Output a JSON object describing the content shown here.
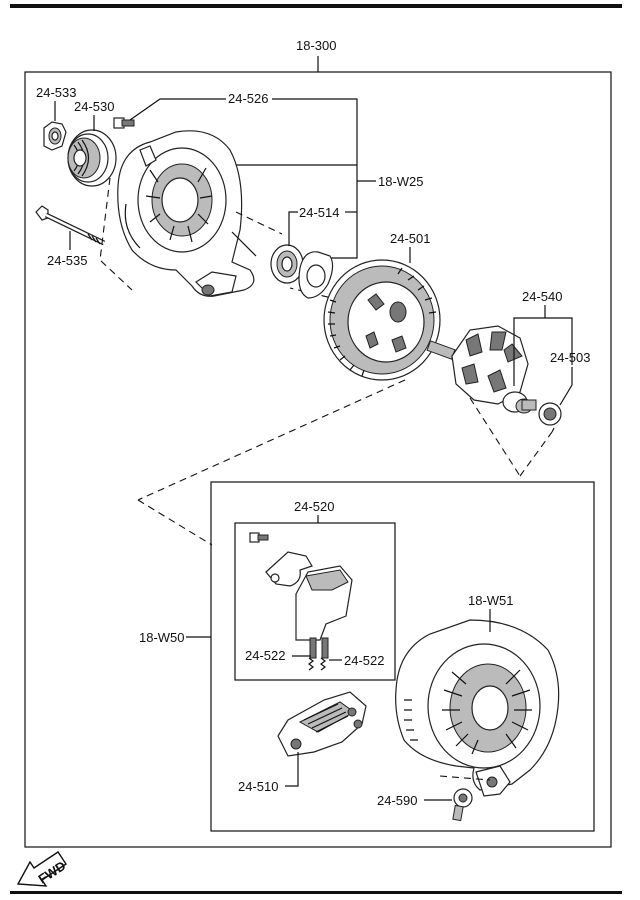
{
  "labels": {
    "assembly": "18-300",
    "nut": "24-533",
    "pulley": "24-530",
    "screw": "24-526",
    "front_housing": "18-W25",
    "bearing_plate": "24-514",
    "bolt": "24-535",
    "stator": "24-501",
    "rotor": "24-540",
    "rear_bearing": "24-503",
    "brush_holder": "24-520",
    "kit_frame": "18-W50",
    "brush_left": "24-522",
    "brush_right": "24-522",
    "rear_housing": "18-W51",
    "rectifier": "24-510",
    "terminal": "24-590"
  },
  "fwd": "FWD"
}
